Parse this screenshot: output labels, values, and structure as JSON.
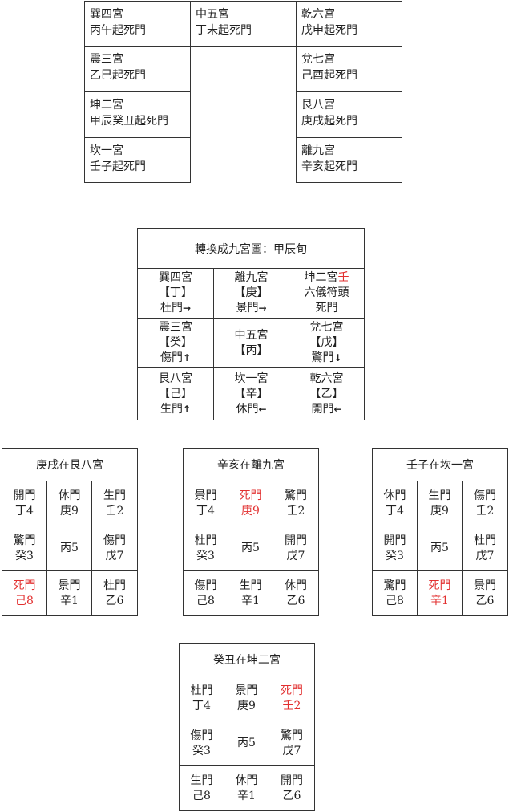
{
  "top_grid": {
    "left": [
      {
        "palace": "巽四宮",
        "text": "丙午起死門"
      },
      {
        "palace": "震三宮",
        "text": "乙巳起死門"
      },
      {
        "palace": "坤二宮",
        "text": "甲辰癸丑起死門"
      },
      {
        "palace": "坎一宮",
        "text": "壬子起死門"
      }
    ],
    "center": {
      "palace": "中五宮",
      "text": "丁未起死門"
    },
    "right": [
      {
        "palace": "乾六宮",
        "text": "戊申起死門"
      },
      {
        "palace": "兌七宮",
        "text": "己酉起死門"
      },
      {
        "palace": "艮八宮",
        "text": "庚戌起死門"
      },
      {
        "palace": "離九宮",
        "text": "辛亥起死門"
      }
    ]
  },
  "nine_palace": {
    "title": "轉換成九宮圖：甲辰旬",
    "cells": [
      {
        "palace": "巽四宮",
        "stem": "【丁】",
        "door": "杜門",
        "arrow": "→"
      },
      {
        "palace": "離九宮",
        "stem": "【庚】",
        "door": "景門",
        "arrow": "→"
      },
      {
        "palace": "坤二宮",
        "palace_suffix": "壬",
        "stem": "六儀符頭",
        "door": "死門",
        "arrow": ""
      },
      {
        "palace": "震三宮",
        "stem": "【癸】",
        "door": "傷門",
        "arrow": "↑"
      },
      {
        "palace": "中五宮",
        "stem": "【丙】",
        "door": "",
        "arrow": ""
      },
      {
        "palace": "兌七宮",
        "stem": "【戊】",
        "door": "驚門",
        "arrow": "↓"
      },
      {
        "palace": "艮八宮",
        "stem": "【己】",
        "door": "生門",
        "arrow": "↑"
      },
      {
        "palace": "坎一宮",
        "stem": "【辛】",
        "door": "休門",
        "arrow": "←"
      },
      {
        "palace": "乾六宮",
        "stem": "【乙】",
        "door": "開門",
        "arrow": "←"
      }
    ]
  },
  "small_grids": [
    {
      "title": "庚戌在艮八宮",
      "cells": [
        {
          "door": "開門",
          "stem": "丁4",
          "red": false
        },
        {
          "door": "休門",
          "stem": "庚9",
          "red": false
        },
        {
          "door": "生門",
          "stem": "壬2",
          "red": false
        },
        {
          "door": "驚門",
          "stem": "癸3",
          "red": false
        },
        {
          "door": "",
          "stem": "丙5",
          "red": false
        },
        {
          "door": "傷門",
          "stem": "戊7",
          "red": false
        },
        {
          "door": "死門",
          "stem": "己8",
          "red": true
        },
        {
          "door": "景門",
          "stem": "辛1",
          "red": false
        },
        {
          "door": "杜門",
          "stem": "乙6",
          "red": false
        }
      ]
    },
    {
      "title": "辛亥在離九宮",
      "cells": [
        {
          "door": "景門",
          "stem": "丁4",
          "red": false
        },
        {
          "door": "死門",
          "stem": "庚9",
          "red": true
        },
        {
          "door": "驚門",
          "stem": "壬2",
          "red": false
        },
        {
          "door": "杜門",
          "stem": "癸3",
          "red": false
        },
        {
          "door": "",
          "stem": "丙5",
          "red": false
        },
        {
          "door": "開門",
          "stem": "戊7",
          "red": false
        },
        {
          "door": "傷門",
          "stem": "己8",
          "red": false
        },
        {
          "door": "生門",
          "stem": "辛1",
          "red": false
        },
        {
          "door": "休門",
          "stem": "乙6",
          "red": false
        }
      ]
    },
    {
      "title": "壬子在坎一宮",
      "cells": [
        {
          "door": "休門",
          "stem": "丁4",
          "red": false
        },
        {
          "door": "生門",
          "stem": "庚9",
          "red": false
        },
        {
          "door": "傷門",
          "stem": "壬2",
          "red": false
        },
        {
          "door": "開門",
          "stem": "癸3",
          "red": false
        },
        {
          "door": "",
          "stem": "丙5",
          "red": false
        },
        {
          "door": "杜門",
          "stem": "戊7",
          "red": false
        },
        {
          "door": "驚門",
          "stem": "己8",
          "red": false
        },
        {
          "door": "死門",
          "stem": "辛1",
          "red": true
        },
        {
          "door": "景門",
          "stem": "乙6",
          "red": false
        }
      ]
    },
    {
      "title": "癸丑在坤二宮",
      "cells": [
        {
          "door": "杜門",
          "stem": "丁4",
          "red": false
        },
        {
          "door": "景門",
          "stem": "庚9",
          "red": false
        },
        {
          "door": "死門",
          "stem": "壬2",
          "red": true
        },
        {
          "door": "傷門",
          "stem": "癸3",
          "red": false
        },
        {
          "door": "",
          "stem": "丙5",
          "red": false
        },
        {
          "door": "驚門",
          "stem": "戊7",
          "red": false
        },
        {
          "door": "生門",
          "stem": "己8",
          "red": false
        },
        {
          "door": "休門",
          "stem": "辛1",
          "red": false
        },
        {
          "door": "開門",
          "stem": "乙6",
          "red": false
        }
      ]
    }
  ],
  "colors": {
    "highlight": "#e23030",
    "border": "#333333",
    "text": "#222222"
  }
}
